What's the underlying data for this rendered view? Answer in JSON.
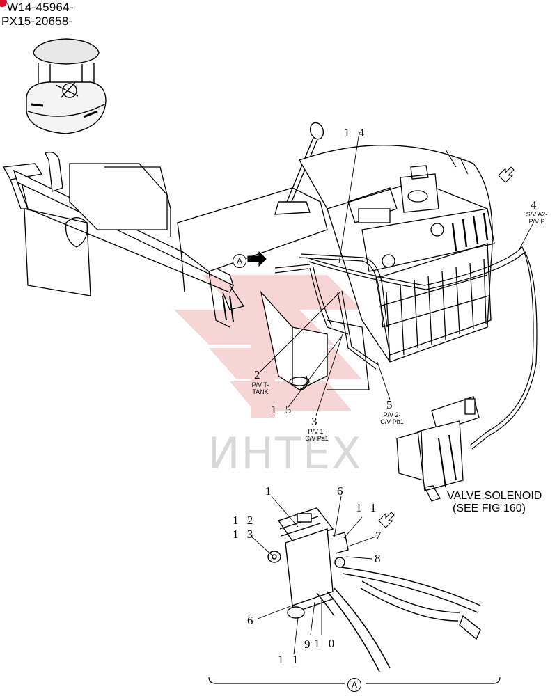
{
  "header": {
    "serial_1": "W14-45964-",
    "serial_2": "PX15-20658-"
  },
  "watermark": "ИНТЕХ",
  "reference": {
    "line_1": "VALVE,SOLENOID",
    "line_2": "(SEE FIG 160)"
  },
  "view_label": "A",
  "callouts": {
    "c14": "1 4",
    "c4": "4",
    "c4_desc_1": "S/V A2-",
    "c4_desc_2": "P/V P",
    "c2": "2",
    "c2_desc_1": "P/V T-",
    "c2_desc_2": "TANK",
    "c15": "1 5",
    "c3": "3",
    "c3_desc_1": "P/V 1-",
    "c3_desc_2": "C/V Pa1",
    "c5": "5",
    "c5_desc_1": "P/V 2-",
    "c5_desc_2": "C/V Pb1",
    "c1": "1",
    "c6_top": "6",
    "c11_top": "1 1",
    "c12": "1 2",
    "c13": "1 3",
    "c7": "7",
    "c8": "8",
    "c6_bottom": "6",
    "c9": "9",
    "c10": "1 0",
    "c11_bottom": "1 1"
  },
  "colors": {
    "line": "#000000",
    "watermark": "#f2a0a0",
    "marker": "#d8102a"
  }
}
